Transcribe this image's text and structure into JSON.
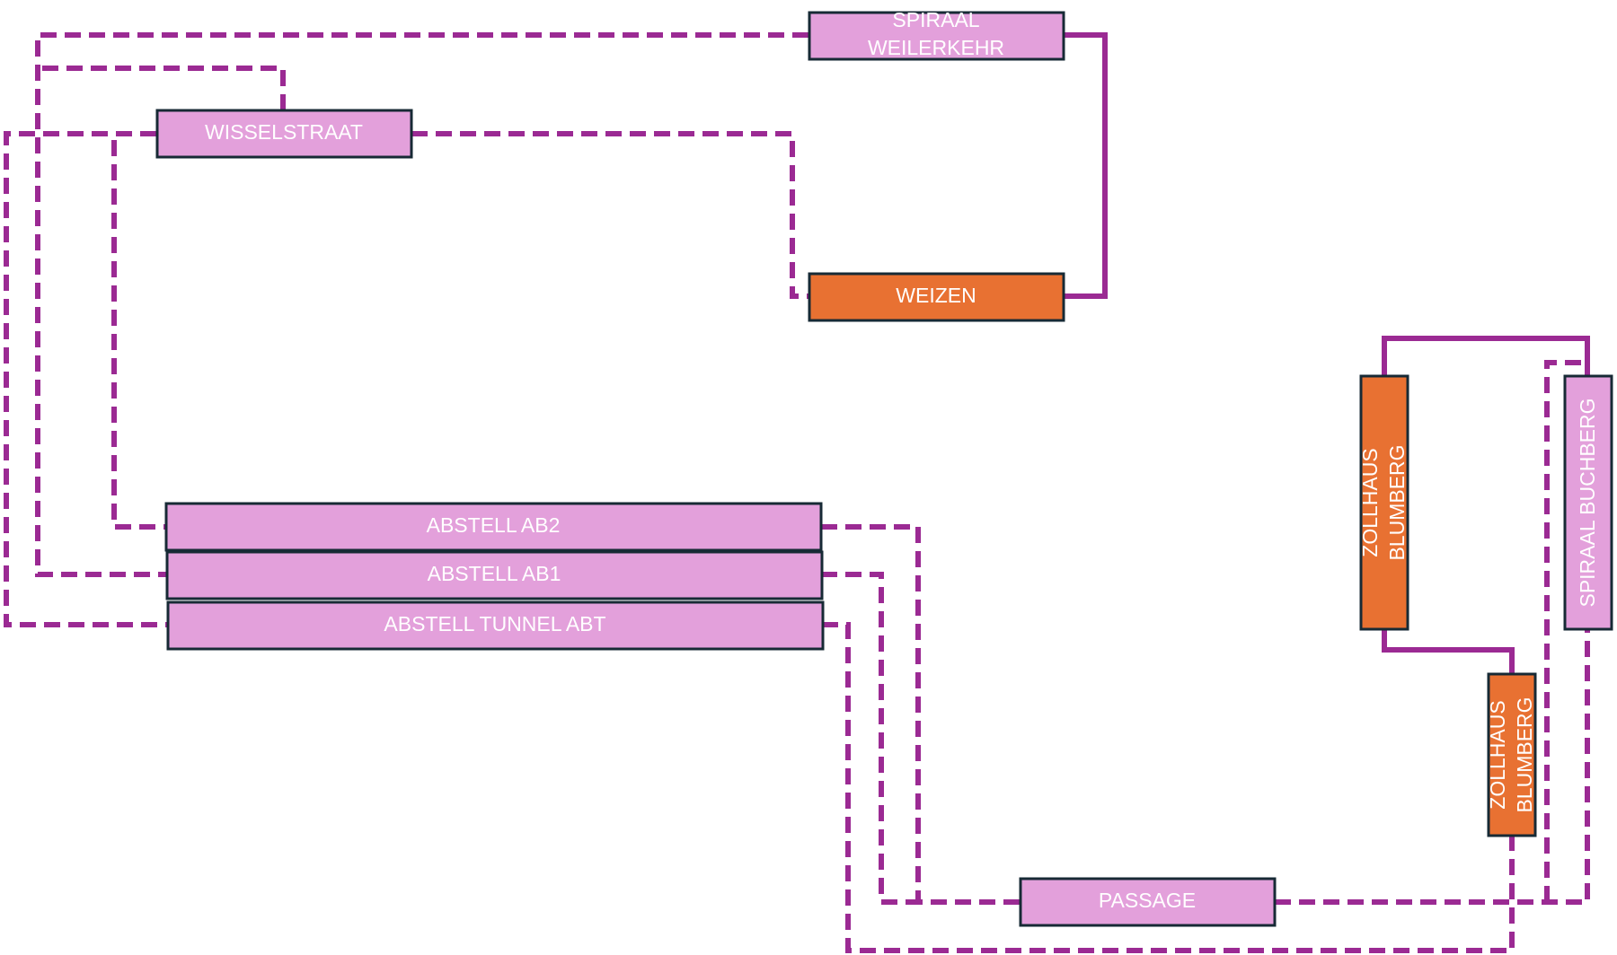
{
  "colors": {
    "connector": "#9b2a93",
    "box_pink": "#e3a0db",
    "box_orange": "#e87132",
    "box_border": "#172a35",
    "label": "#ffffff"
  },
  "nodes": {
    "spiraal_weilerkehr": {
      "label_line1": "SPIRAAL",
      "label_line2": "WEILERKEHR",
      "style": "pink"
    },
    "wisselstraat": {
      "label": "WISSELSTRAAT",
      "style": "pink"
    },
    "weizen": {
      "label": "WEIZEN",
      "style": "orange"
    },
    "abstell_ab2": {
      "label": "ABSTELL AB2",
      "style": "pink"
    },
    "abstell_ab1": {
      "label": "ABSTELL AB1",
      "style": "pink"
    },
    "abstell_tunnel_abt": {
      "label": "ABSTELL TUNNEL ABT",
      "style": "pink"
    },
    "passage": {
      "label": "PASSAGE",
      "style": "pink"
    },
    "zollhaus_blumberg_1": {
      "label_line1": "ZOLLHAUS",
      "label_line2": "BLUMBERG",
      "style": "orange"
    },
    "zollhaus_blumberg_2": {
      "label_line1": "ZOLLHAUS",
      "label_line2": "BLUMBERG",
      "style": "orange"
    },
    "spiraal_buchberg": {
      "label": "SPIRAAL BUCHBERG",
      "style": "pink"
    }
  },
  "connections": [
    {
      "from": "spiraal_weilerkehr",
      "to": "weizen",
      "line": "solid"
    },
    {
      "from": "spiraal_weilerkehr",
      "to": "abstell_ab1",
      "line": "dashed"
    },
    {
      "from": "wisselstraat",
      "to": "weizen",
      "line": "dashed"
    },
    {
      "from": "wisselstraat",
      "to": "abstell_ab2",
      "line": "dashed"
    },
    {
      "from": "wisselstraat",
      "to": "abstell_tunnel_abt",
      "line": "dashed"
    },
    {
      "from": "wisselstraat",
      "to": "abstell_ab1",
      "line": "dashed"
    },
    {
      "from": "abstell_ab2",
      "to": "passage",
      "line": "dashed"
    },
    {
      "from": "abstell_ab1",
      "to": "passage",
      "line": "dashed"
    },
    {
      "from": "abstell_tunnel_abt",
      "to": "zollhaus_blumberg_2",
      "line": "dashed"
    },
    {
      "from": "passage",
      "to": "spiraal_buchberg",
      "line": "dashed"
    },
    {
      "from": "passage",
      "to": "spiraal_buchberg",
      "line": "dashed"
    },
    {
      "from": "zollhaus_blumberg_1",
      "to": "spiraal_buchberg",
      "line": "solid"
    },
    {
      "from": "zollhaus_blumberg_1",
      "to": "zollhaus_blumberg_2",
      "line": "solid"
    }
  ]
}
